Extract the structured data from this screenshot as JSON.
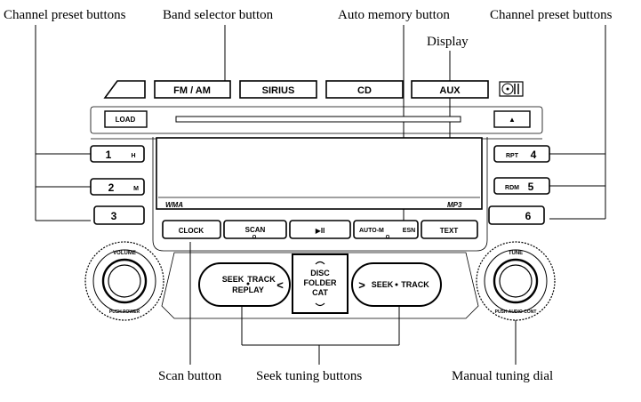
{
  "callouts": {
    "channel_preset_left": "Channel preset buttons",
    "band_selector": "Band selector button",
    "auto_memory": "Auto memory button",
    "channel_preset_right": "Channel preset buttons",
    "display": "Display",
    "scan": "Scan button",
    "seek_tuning": "Seek tuning buttons",
    "manual_tuning": "Manual tuning dial"
  },
  "band_buttons": [
    "FM / AM",
    "SIRIUS",
    "CD",
    "AUX"
  ],
  "load_label": "LOAD",
  "eject_label": "▲",
  "presets_left": [
    {
      "num": "1",
      "sub": "H"
    },
    {
      "num": "2",
      "sub": "M"
    },
    {
      "num": "3",
      "sub": ""
    }
  ],
  "presets_right": [
    {
      "num": "4",
      "sub": "RPT"
    },
    {
      "num": "5",
      "sub": "RDM"
    },
    {
      "num": "6",
      "sub": ""
    }
  ],
  "display_marks": {
    "left": "WMA",
    "right": "MP3"
  },
  "function_buttons": [
    "CLOCK",
    "SCAN",
    "▶II",
    "AUTO-M",
    "TEXT"
  ],
  "esn_label": "ESN",
  "seek_left": {
    "line1": "SEEK",
    "line2": "TRACK",
    "line3": "REPLAY",
    "arrow": "<"
  },
  "seek_right": {
    "arrow": ">",
    "line1": "SEEK",
    "line2": "TRACK"
  },
  "disc_folder": {
    "line1": "DISC",
    "line2": "FOLDER",
    "line3": "CAT"
  },
  "volume_knob": {
    "top": "VOLUME",
    "bottom": "PUSH POWER"
  },
  "tune_knob": {
    "top": "TUNE",
    "bottom": "PUSH AUDIO CONT"
  }
}
